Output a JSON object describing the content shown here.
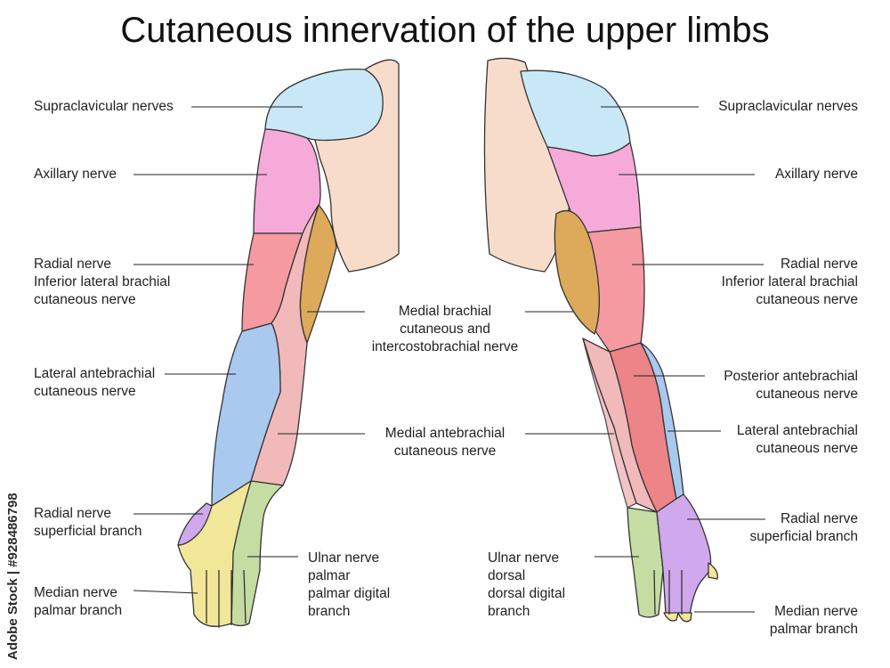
{
  "title": "Cutaneous innervation of the upper limbs",
  "watermark": "Adobe Stock | #928486798",
  "colors": {
    "skin": "#f8dccb",
    "supraclavicular": "#c8e8f7",
    "axillary": "#f6aada",
    "radial": "#f49aa0",
    "medial_brachial": "#dcaa5a",
    "medial_antebrachial": "#f2b9bb",
    "lateral_antebrachial": "#a9c9ef",
    "posterior_antebrachial": "#ec8488",
    "radial_superficial": "#cfa8ee",
    "median": "#f2e698",
    "ulnar": "#c5dca3",
    "outline": "#333333"
  },
  "left_labels": {
    "supraclavicular": [
      "Supraclavicular nerves"
    ],
    "axillary": [
      "Axillary nerve"
    ],
    "radial": [
      "Radial nerve",
      "Inferior lateral brachial",
      "cutaneous nerve"
    ],
    "lateral_antebrachial": [
      "Lateral antebrachial",
      "cutaneous nerve"
    ],
    "radial_superficial": [
      "Radial nerve",
      "superficial branch"
    ],
    "median_palmar": [
      "Median nerve",
      "palmar branch"
    ],
    "ulnar_palmar": [
      "Ulnar nerve",
      "palmar",
      "palmar digital",
      "branch"
    ]
  },
  "center_labels": {
    "medial_brachial": [
      "Medial brachial",
      "cutaneous and",
      "intercostobrachial nerve"
    ],
    "medial_antebrachial": [
      "Medial antebrachial",
      "cutaneous nerve"
    ]
  },
  "right_labels": {
    "supraclavicular": [
      "Supraclavicular nerves"
    ],
    "axillary": [
      "Axillary nerve"
    ],
    "radial": [
      "Radial nerve",
      "Inferior lateral brachial",
      "cutaneous nerve"
    ],
    "posterior_antebrachial": [
      "Posterior antebrachial",
      "cutaneous nerve"
    ],
    "lateral_antebrachial": [
      "Lateral antebrachial",
      "cutaneous nerve"
    ],
    "radial_superficial": [
      "Radial nerve",
      "superficial branch"
    ],
    "ulnar_dorsal": [
      "Ulnar nerve",
      "dorsal",
      "dorsal digital",
      "branch"
    ],
    "median_palmar": [
      "Median nerve",
      "palmar branch"
    ]
  }
}
